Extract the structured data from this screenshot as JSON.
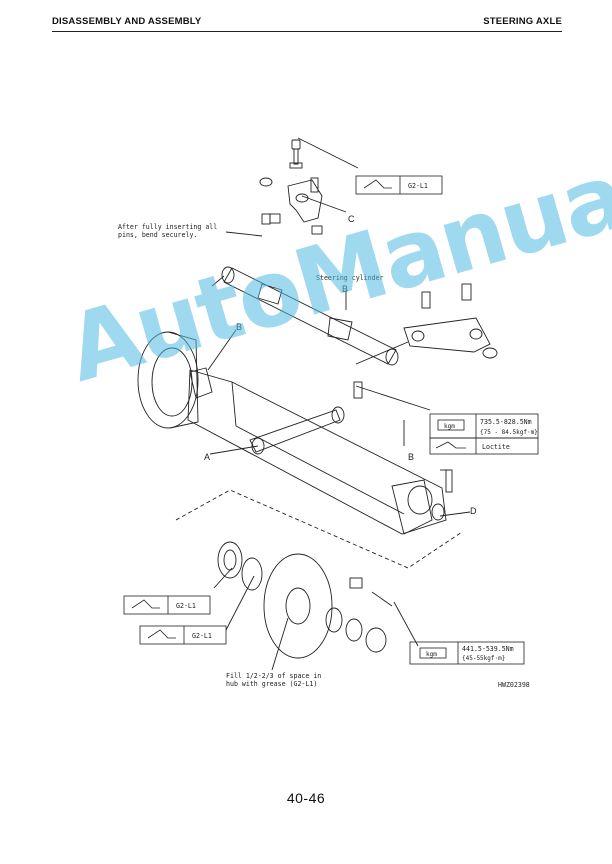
{
  "header": {
    "left": "DISASSEMBLY AND ASSEMBLY",
    "right": "STEERING AXLE"
  },
  "labels": {
    "note_bend": [
      "After fully inserting all",
      "pins, bend securely."
    ],
    "steering_cylinder": "Steering cylinder",
    "note_fill": [
      "Fill 1/2-2/3 of space in",
      "hub with grease (G2-L1)"
    ],
    "figure_code": "HWZ02398"
  },
  "callouts": {
    "A": "A",
    "B": "B",
    "C": "C",
    "D": "D"
  },
  "spec_boxes": {
    "grease_top": "G2-L1",
    "torque_mid_nm": "735.5-828.5Nm",
    "torque_mid_kg": "{75 - 84.5kgf·m}",
    "loctite": "Loctite",
    "grease_left_1": "G2-L1",
    "grease_left_2": "G2-L1",
    "torque_bottom_nm": "441.5-539.5Nm",
    "torque_bottom_kg": "{45-55kgf·m}",
    "kgm": "kgm"
  },
  "watermark": "AutoManual",
  "page_number": "40-46",
  "colors": {
    "watermark": "#50b9e1",
    "ink": "#222222"
  }
}
